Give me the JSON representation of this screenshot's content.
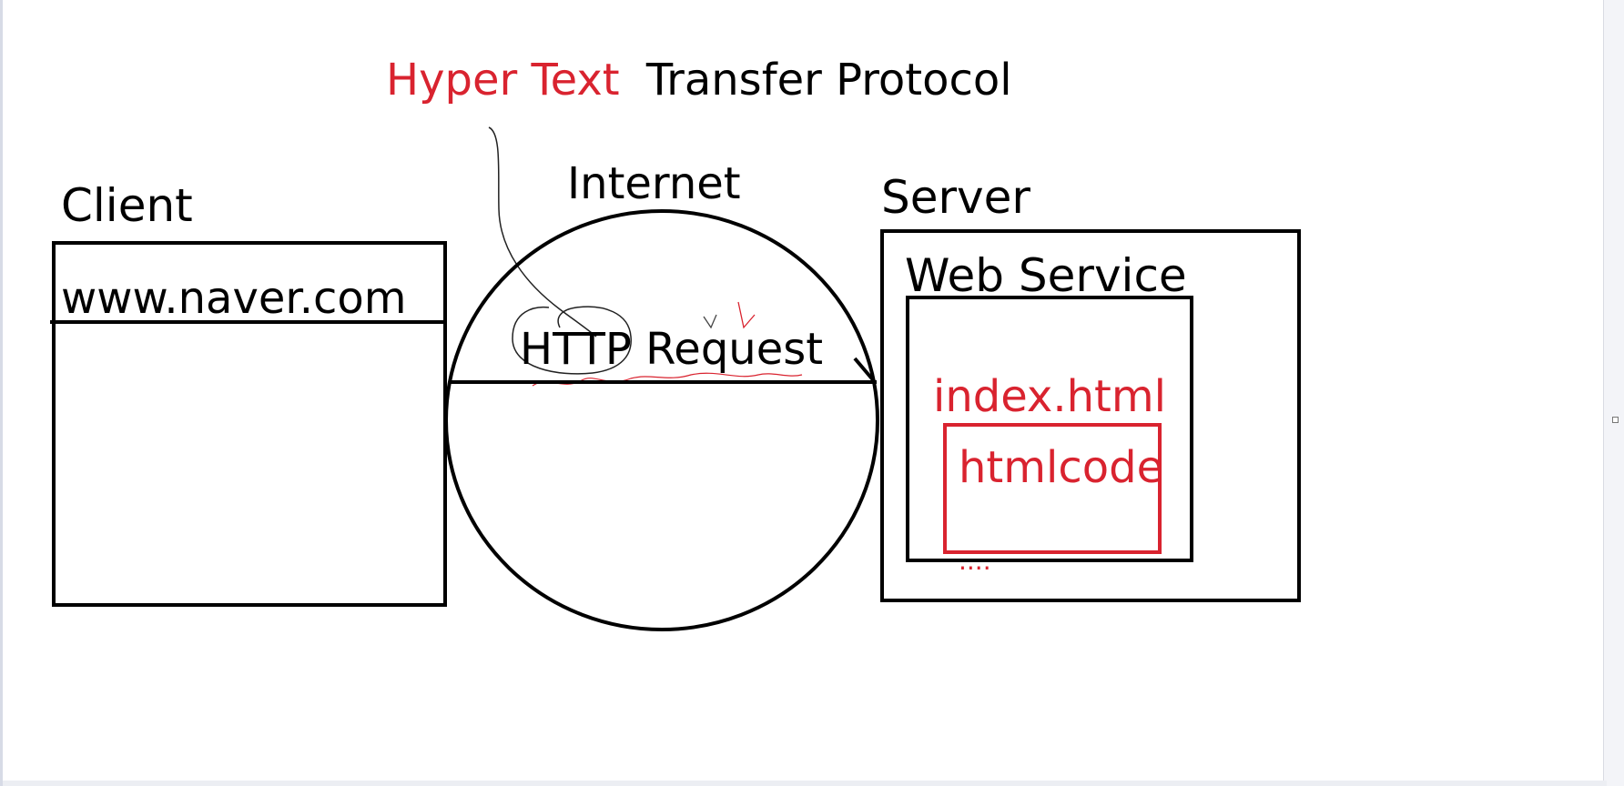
{
  "diagram": {
    "title_red": "Hyper Text",
    "title_black": "Transfer Protocol",
    "client": {
      "label": "Client",
      "url": "www.naver.com"
    },
    "internet": {
      "label": "Internet",
      "request": "HTTP Request"
    },
    "server": {
      "label": "Server",
      "web_service": "Web Service",
      "file": "index.html",
      "code": "htmlcode",
      "ellipsis": "...."
    }
  },
  "colors": {
    "ink": "#000000",
    "annotation": "#d9232f",
    "canvas": "#ffffff"
  }
}
